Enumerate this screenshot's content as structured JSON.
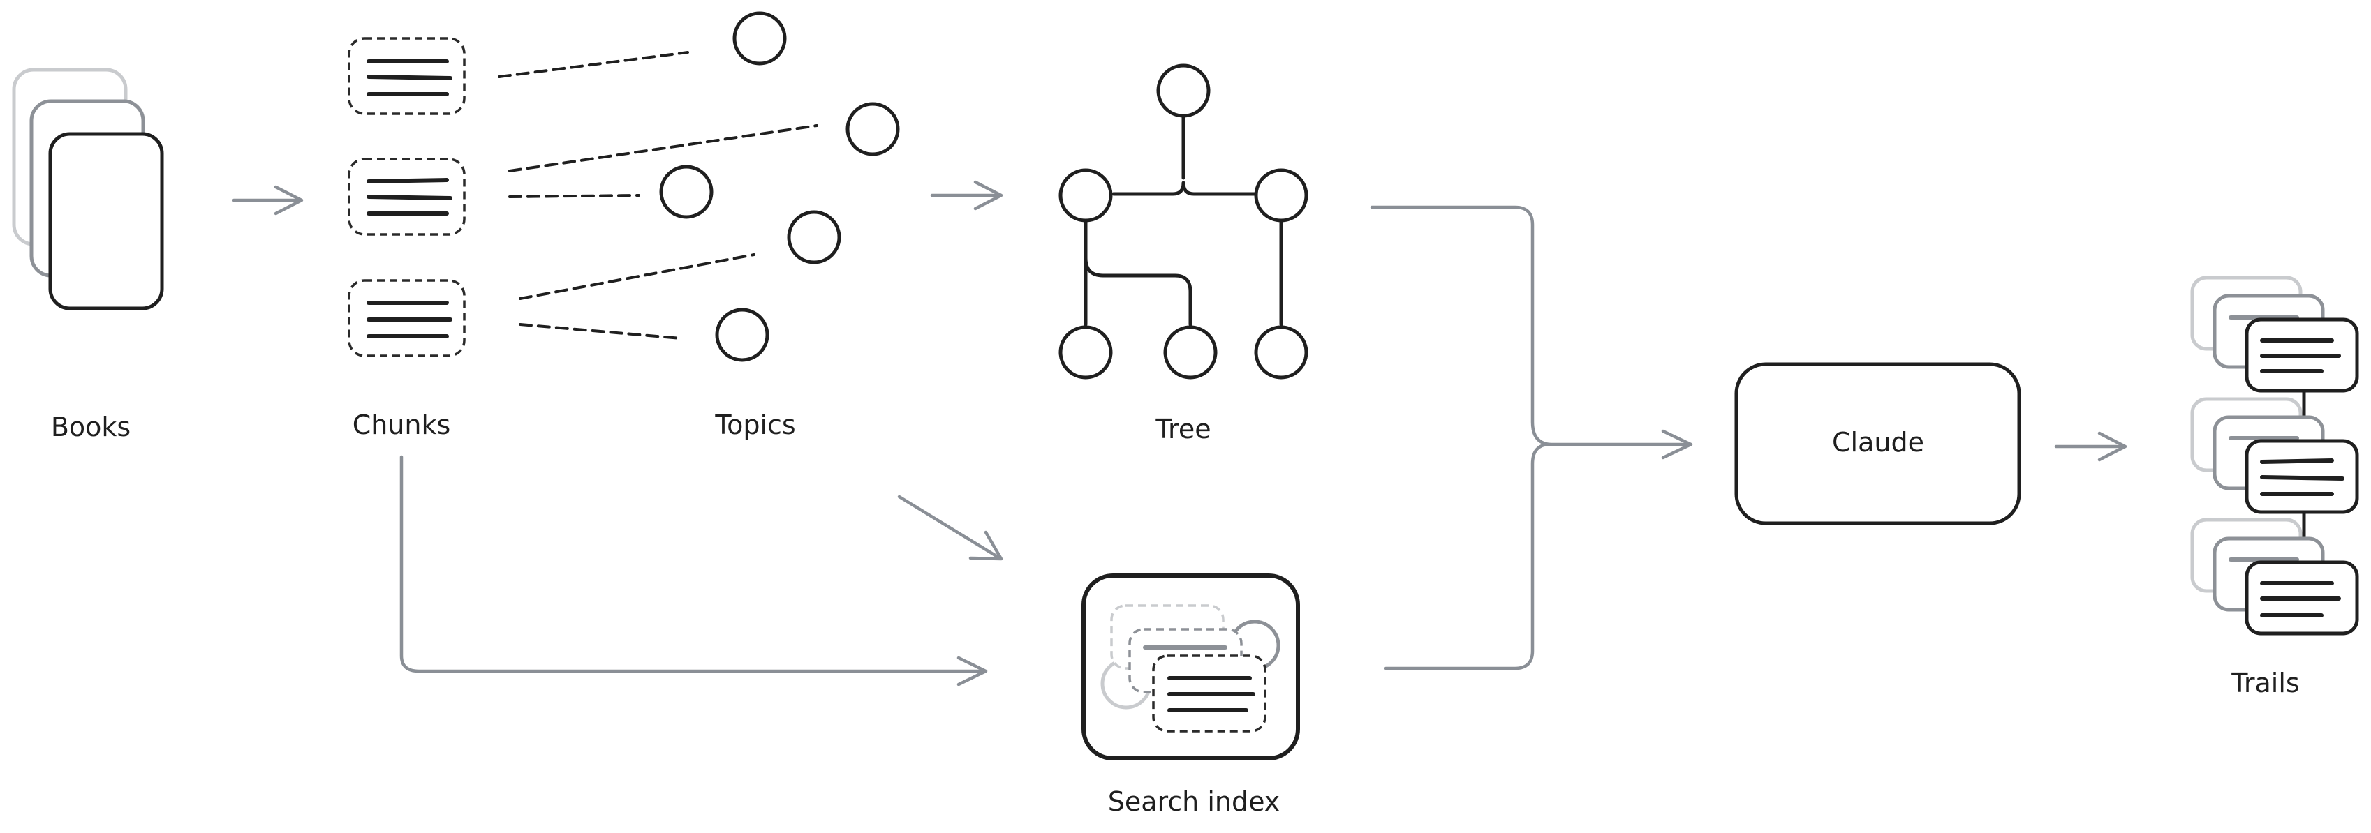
{
  "labels": {
    "books": "Books",
    "chunks": "Chunks",
    "topics": "Topics",
    "tree": "Tree",
    "search_index": "Search index",
    "claude": "Claude",
    "trails": "Trails"
  },
  "colors": {
    "ink": "#1f1f1f",
    "flow_arrow": "#8a8f96",
    "faint": "#c9cbce",
    "background": "#ffffff"
  }
}
